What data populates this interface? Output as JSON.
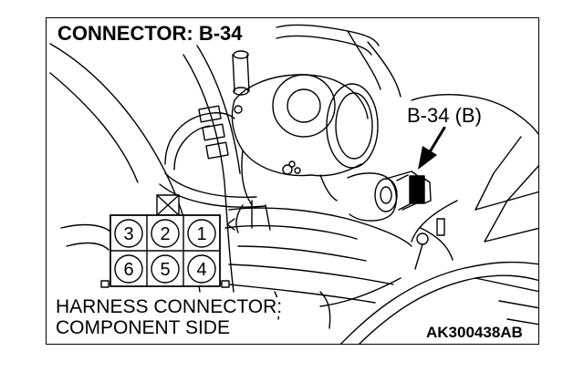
{
  "diagram": {
    "title": "CONNECTOR: B-34",
    "callout_label": "B-34 (B)",
    "caption_line1": "HARNESS CONNECTOR:",
    "caption_line2": "COMPONENT SIDE",
    "figure_code": "AK300438AB",
    "connector_pins": {
      "top_row": [
        "3",
        "2",
        "1"
      ],
      "bottom_row": [
        "6",
        "5",
        "4"
      ]
    }
  }
}
